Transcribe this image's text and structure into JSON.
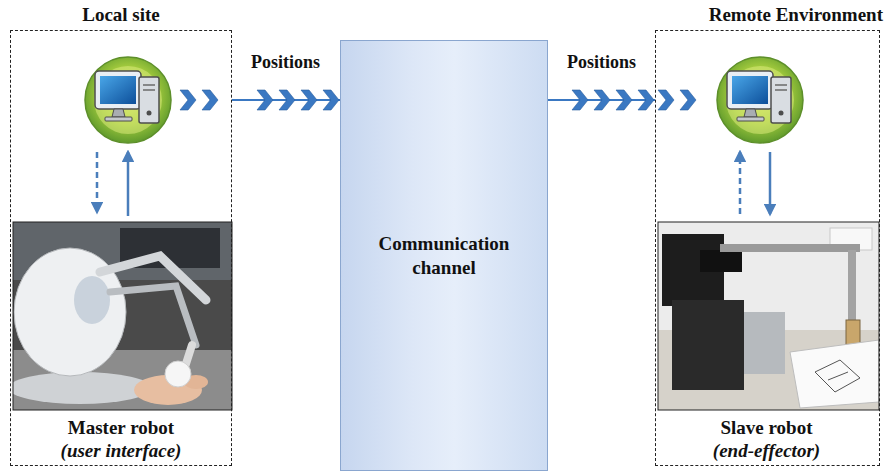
{
  "diagram": {
    "nodes": [
      {
        "text": [
          "Local site"
        ]
      },
      {
        "text": [
          "Master robot",
          "(user interface)"
        ],
        "in": 0
      },
      {
        "text": [
          "Communication channel"
        ]
      },
      {
        "text": [
          "Remote Environment"
        ]
      },
      {
        "text": [
          "Slave robot",
          "(end-effector)"
        ],
        "in": 3
      }
    ],
    "edges": [
      {
        "from": 0,
        "to": 2,
        "arrow": "to",
        "label": "Positions"
      },
      {
        "from": 2,
        "to": 3,
        "arrow": "to",
        "label": "Positions"
      }
    ]
  }
}
